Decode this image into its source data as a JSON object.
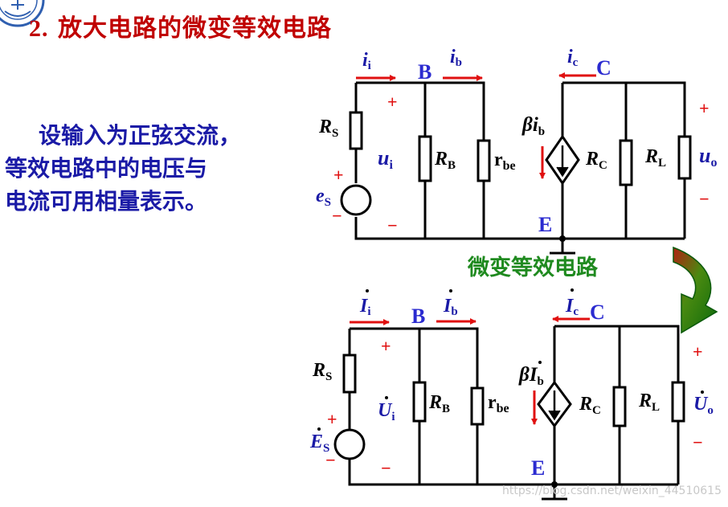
{
  "title": {
    "number": "2.",
    "text": "放大电路的微变等效电路"
  },
  "intro": {
    "line1": "设输入为正弦交流，",
    "line2": "等效电路中的电压与",
    "line3": "电流可用相量表示。"
  },
  "arrow_label": "微变等效电路",
  "watermark": "https://blog.csdn.net/weixin_44510615",
  "nodes": {
    "b": "B",
    "c": "C",
    "e": "E"
  },
  "upper_circuit": {
    "current_i": {
      "sym": "i",
      "sub": "i"
    },
    "current_b": {
      "sym": "i",
      "sub": "b"
    },
    "current_c": {
      "sym": "i",
      "sub": "c"
    },
    "rs": {
      "sym": "R",
      "sub": "S"
    },
    "rb": {
      "sym": "R",
      "sub": "B"
    },
    "rbe": "r",
    "rbe_sub": "be",
    "rc": {
      "sym": "R",
      "sub": "C"
    },
    "rl": {
      "sym": "R",
      "sub": "L"
    },
    "ui": {
      "sym": "u",
      "sub": "i"
    },
    "uo": {
      "sym": "u",
      "sub": "o"
    },
    "es": {
      "sym": "e",
      "sub": "S"
    },
    "source": {
      "beta": "β",
      "sym": "i",
      "sub": "b"
    },
    "plus": "+",
    "minus": "−"
  },
  "lower_circuit": {
    "current_i": {
      "sym": "I",
      "sub": "i"
    },
    "current_b": {
      "sym": "I",
      "sub": "b"
    },
    "current_c": {
      "sym": "I",
      "sub": "c"
    },
    "rs": {
      "sym": "R",
      "sub": "S"
    },
    "rb": {
      "sym": "R",
      "sub": "B"
    },
    "rbe": "r",
    "rbe_sub": "be",
    "rc": {
      "sym": "R",
      "sub": "C"
    },
    "rl": {
      "sym": "R",
      "sub": "L"
    },
    "ui": {
      "sym": "U",
      "sub": "i"
    },
    "uo": {
      "sym": "U",
      "sub": "o"
    },
    "es": {
      "sym": "E",
      "sub": "S"
    },
    "source": {
      "beta": "β",
      "sym": "I",
      "sub": "b"
    },
    "plus": "+",
    "minus": "−"
  },
  "colors": {
    "title": "#c00000",
    "intro": "#1a1aa6",
    "node_label": "#2b2bd0",
    "arrow": "#e01010",
    "green_text": "#1f8a1f",
    "wire": "#000000"
  }
}
